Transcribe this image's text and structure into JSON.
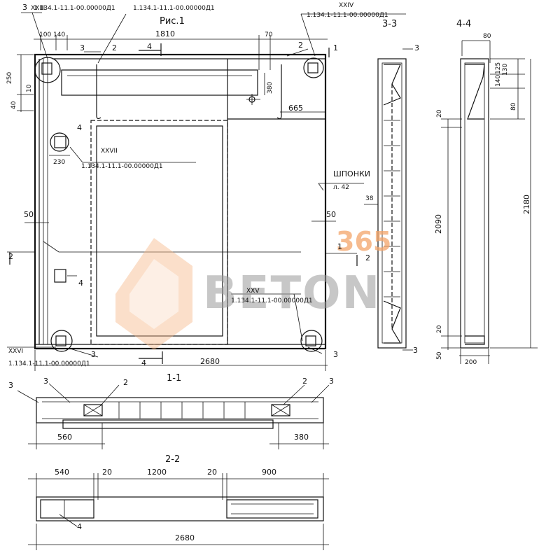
{
  "figure": {
    "title": "Рис.1"
  },
  "refs": {
    "ref_xxiii": "XXIII",
    "ref_xxiii_doc": "1.134.1-11.1-00.00000Д1",
    "ref_top2_doc": "1.134.1-11.1-00.00000Д1",
    "ref_xxiv": "XXIV",
    "ref_xxiv_doc": "1.134.1-11.1-00.00000Д1",
    "ref_xxvii": "XXVII",
    "ref_xxvii_doc": "1.134.1-11.1-00.00000Д1",
    "ref_xxv": "XXV",
    "ref_xxv_doc": "1.134.1-11.1-00.00000Д1",
    "ref_xxvi": "XXVI",
    "ref_xxvi_doc": "1.134.1-11.1-00.00000Д1"
  },
  "callouts": {
    "c3": "3",
    "c2": "2",
    "c1": "1",
    "c4": "4"
  },
  "dims_main": {
    "d100_140": "100 140",
    "d1810": "1810",
    "d70": "70",
    "d250": "250",
    "d40": "40",
    "d10": "10",
    "d380": "380",
    "d665": "665",
    "d230": "230",
    "d50": "50",
    "d38": "38",
    "d2680": "2680"
  },
  "shponki": {
    "label": "ШПОНКИ",
    "ref": "л. 42"
  },
  "section_3_3": {
    "title": "3-3"
  },
  "section_4_4": {
    "title": "4-4",
    "d80": "80",
    "d125": "125",
    "d130": "130",
    "d140": "140",
    "d20": "20",
    "d2090": "2090",
    "d2180": "2180",
    "d50": "50",
    "d200": "200"
  },
  "section_1_1": {
    "title": "1-1",
    "d560": "560",
    "d380": "380"
  },
  "section_2_2": {
    "title": "2-2",
    "d540": "540",
    "d20a": "20",
    "d1200": "1200",
    "d20b": "20",
    "d900": "900",
    "d2680": "2680"
  },
  "watermark": {
    "number": "365",
    "text": "BETON"
  }
}
